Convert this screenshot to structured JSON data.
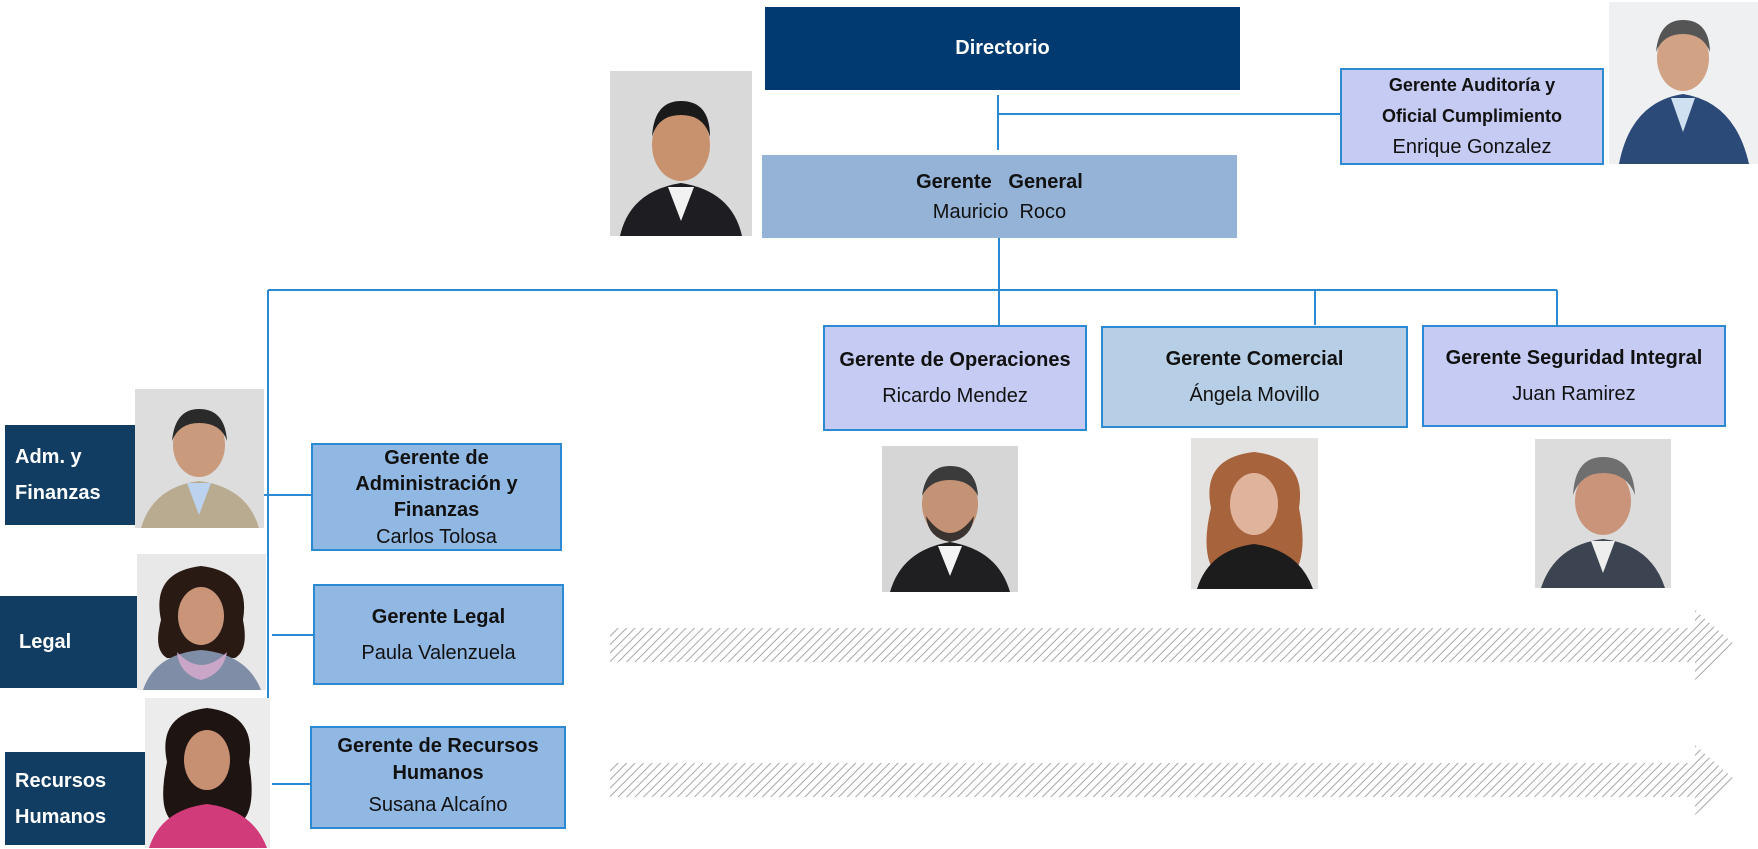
{
  "top": {
    "directorio": "Directorio"
  },
  "auditoria": {
    "title_line1": "Gerente Auditoría y",
    "title_line2": "Oficial Cumplimiento",
    "name": "Enrique Gonzalez"
  },
  "general": {
    "title": "Gerente   General",
    "name": "Mauricio  Roco"
  },
  "operaciones": {
    "title": "Gerente de Operaciones",
    "name": "Ricardo Mendez"
  },
  "comercial": {
    "title": "Gerente Comercial",
    "name": "Ángela Movillo"
  },
  "seguridad": {
    "title": "Gerente Seguridad Integral",
    "name": "Juan Ramirez"
  },
  "adm": {
    "title_line1": "Gerente de",
    "title_line2": "Administración y",
    "title_line3": "Finanzas",
    "name": "Carlos Tolosa"
  },
  "legal": {
    "title": "Gerente Legal",
    "name": "Paula Valenzuela"
  },
  "rrhh": {
    "title_line1": "Gerente de Recursos",
    "title_line2": "Humanos",
    "name": "Susana Alcaíno"
  },
  "sidebar": {
    "adm_line1": "Adm. y",
    "adm_line2": "Finanzas",
    "legal": "Legal",
    "rrhh_line1": "Recursos",
    "rrhh_line2": "Humanos"
  },
  "colors": {
    "dark_navy": "#003a70",
    "sidebar_navy": "#123d63",
    "mid_blue": "#95b3d7",
    "lavender": "#c5cbf2",
    "light_blue": "#b6cfe6",
    "sky_blue": "#91b7e3",
    "connector": "#2b8ad1"
  }
}
